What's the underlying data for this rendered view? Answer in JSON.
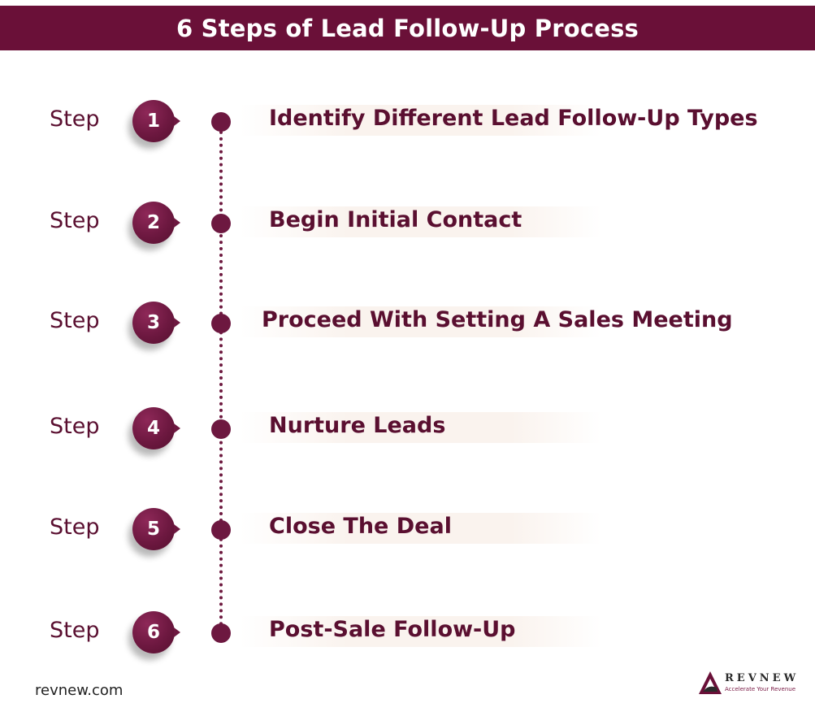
{
  "title": "6 Steps of Lead Follow-Up Process",
  "steps": [
    {
      "word": "Step",
      "number": "1",
      "label": "Identify Different Lead Follow-Up Types"
    },
    {
      "word": "Step",
      "number": "2",
      "label": "Begin Initial Contact"
    },
    {
      "word": "Step",
      "number": "3",
      "label": "Proceed With Setting A Sales Meeting"
    },
    {
      "word": "Step",
      "number": "4",
      "label": "Nurture Leads"
    },
    {
      "word": "Step",
      "number": "5",
      "label": "Close The Deal"
    },
    {
      "word": "Step",
      "number": "6",
      "label": "Post-Sale Follow-Up"
    }
  ],
  "footer": {
    "url": "revnew.com",
    "logo_name": "REVNEW",
    "logo_tagline": "Accelerate Your Revenue"
  },
  "colors": {
    "brand": "#6a1038",
    "text": "#5a0f30"
  }
}
